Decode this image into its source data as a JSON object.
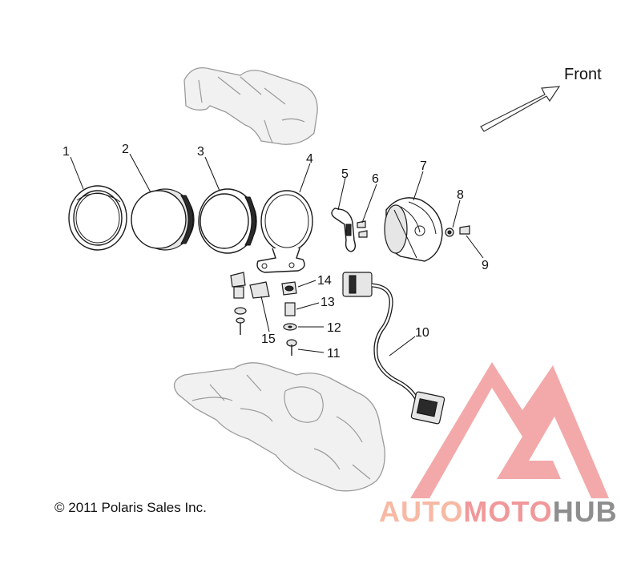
{
  "front_label": "Front",
  "callouts": [
    "1",
    "2",
    "3",
    "4",
    "5",
    "6",
    "7",
    "8",
    "9",
    "10",
    "11",
    "12",
    "13",
    "14",
    "15"
  ],
  "copyright": "© 2011 Polaris Sales Inc.",
  "watermark": {
    "part1": "AUTO",
    "part2": "MOTO",
    "part3": "HUB",
    "color1": "#f7b9a4",
    "color2": "#f0989a",
    "color3": "#8e8e8e",
    "logo_color": "#ef8f8f"
  }
}
